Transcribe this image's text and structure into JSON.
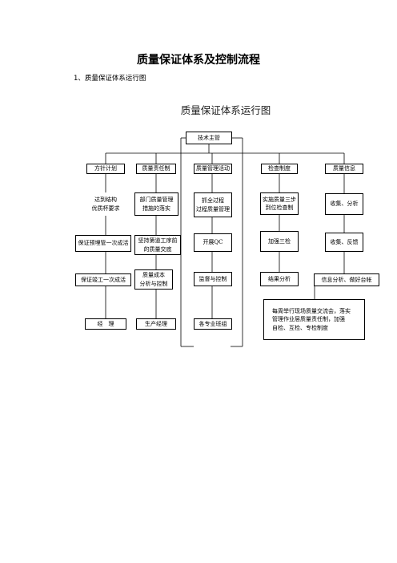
{
  "document": {
    "title": "质量保证体系及控制流程",
    "section_heading": "1、质量保证体系运行图"
  },
  "diagram": {
    "title": "质量保证体系运行图",
    "top": "技术主管",
    "columns": [
      {
        "header": "方针计划",
        "items": [
          "达到结构\n优质杯要求",
          "保证预埋管一次成活",
          "保证竣工一次成活",
          "经　理"
        ]
      },
      {
        "header": "质量责任制",
        "items": [
          "部门质量管理\n措施的落实",
          "坚持第道工序前\n的质量交底",
          "质量成本\n分析与控制",
          "生产经理"
        ]
      },
      {
        "header": "质量管理活动",
        "items": [
          "抓全过程\n过程质量管理",
          "开展QC",
          "监督与控制",
          "各专业班组"
        ]
      },
      {
        "header": "检查制度",
        "items": [
          "实施质量三步\n到位检查制",
          "加强三检",
          "结果分析"
        ]
      },
      {
        "header": "质量信息",
        "items": [
          "收集、分析",
          "收集、反馈",
          "信息分析、做好台帐"
        ]
      }
    ],
    "note": "每周举行现场质量交流会，落实\n管理作业层质量责任制，加强\n自检、互检、专检制度"
  }
}
